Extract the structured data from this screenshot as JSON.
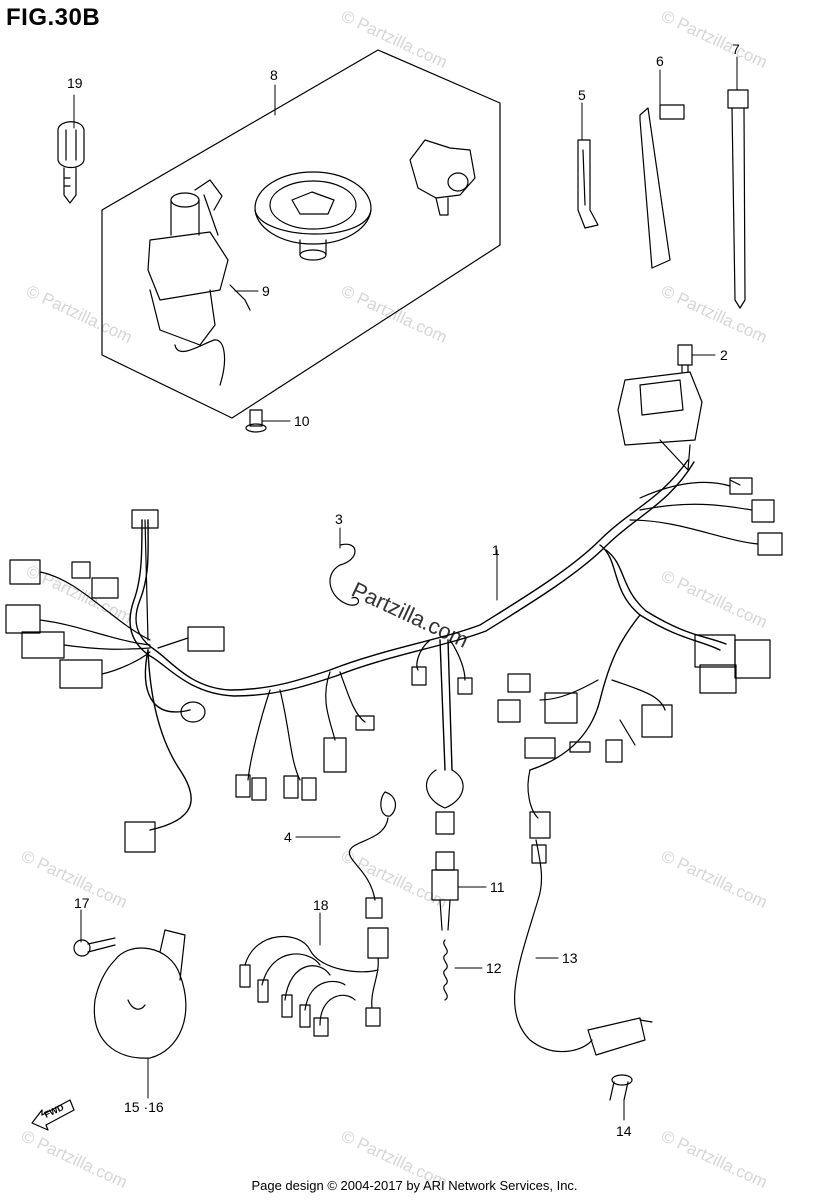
{
  "figure": {
    "title": "FIG.30B"
  },
  "footer": {
    "text": "Page design © 2004-2017 by ARI Network Services, Inc."
  },
  "watermark": {
    "text": "© Partzilla.com",
    "center_text": "Partzilla.com"
  },
  "direction_marker": {
    "text": "FWD"
  },
  "callouts": {
    "c1": "1",
    "c2": "2",
    "c3": "3",
    "c4": "4",
    "c5": "5",
    "c6": "6",
    "c7": "7",
    "c8": "8",
    "c9": "9",
    "c10": "10",
    "c11": "11",
    "c12": "12",
    "c13": "13",
    "c14": "14",
    "c15_16": "15 ·16",
    "c17": "17",
    "c18": "18",
    "c19": "19"
  }
}
